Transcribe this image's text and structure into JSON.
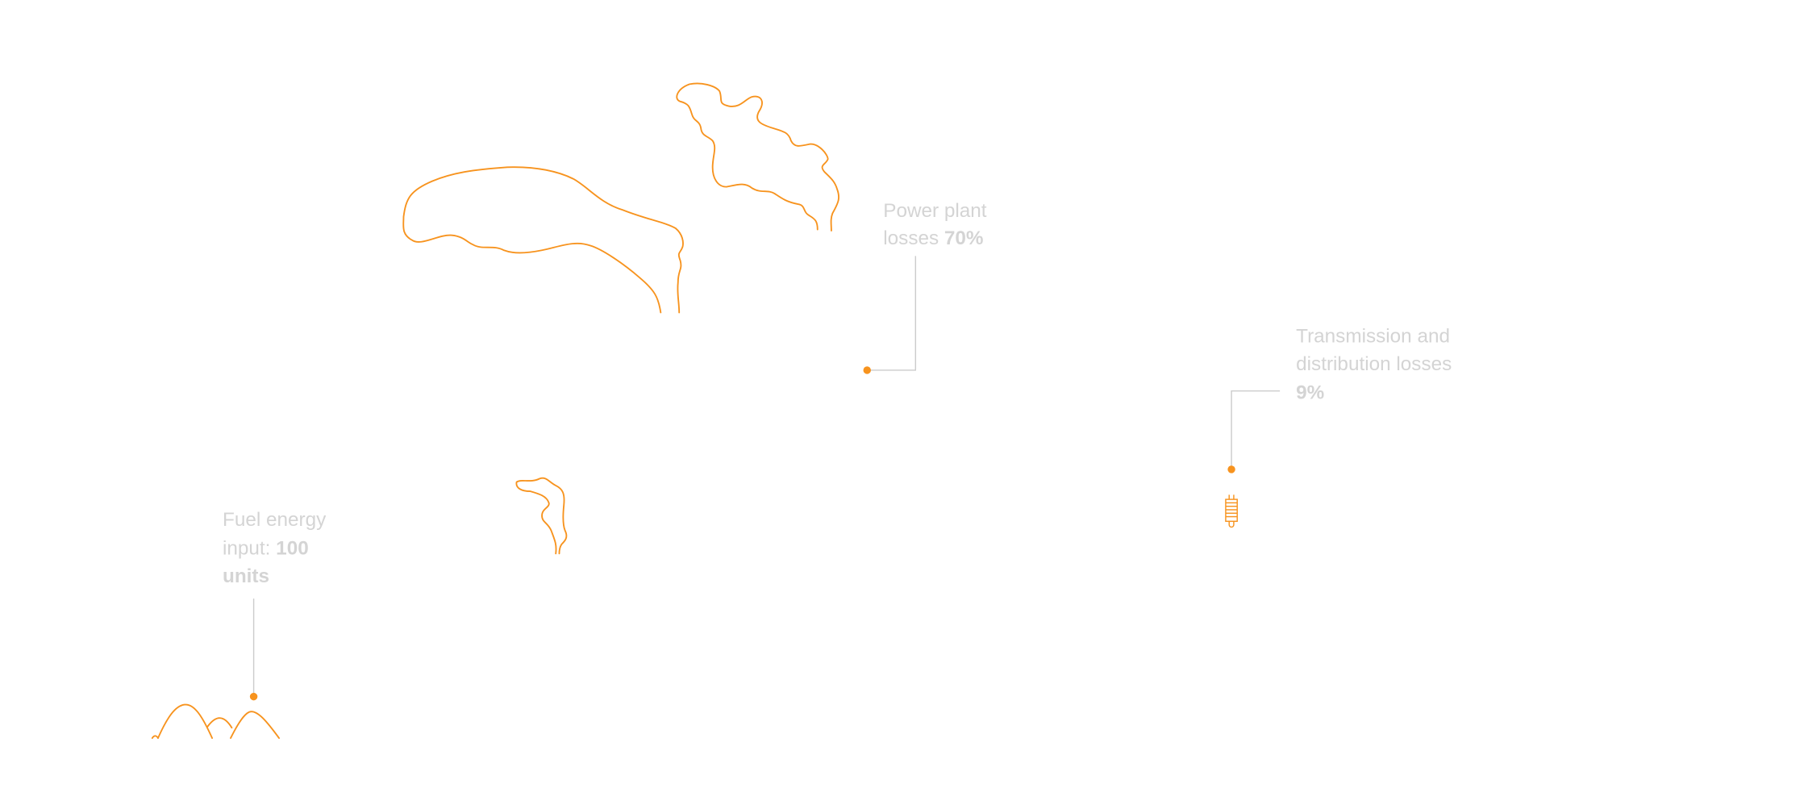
{
  "colors": {
    "accent": "#F7931E",
    "label": "#D4D4D4",
    "leader": "#CCCCCC"
  },
  "annotations": {
    "fuel": {
      "line1": "Fuel energy",
      "line2_prefix": "input: ",
      "line2_bold": "100",
      "line3_bold": "units"
    },
    "power_plant": {
      "line1": "Power plant",
      "line2_prefix": "losses ",
      "line2_bold": "70%"
    },
    "transmission": {
      "line1": "Transmission and",
      "line2": "distribution losses",
      "line3_bold": "9%"
    }
  },
  "icons": [
    "fire-hills-icon",
    "large-smoke-cloud-icon",
    "small-smoke-cloud-icon",
    "smoke-wisp-icon",
    "transformer-icon"
  ]
}
